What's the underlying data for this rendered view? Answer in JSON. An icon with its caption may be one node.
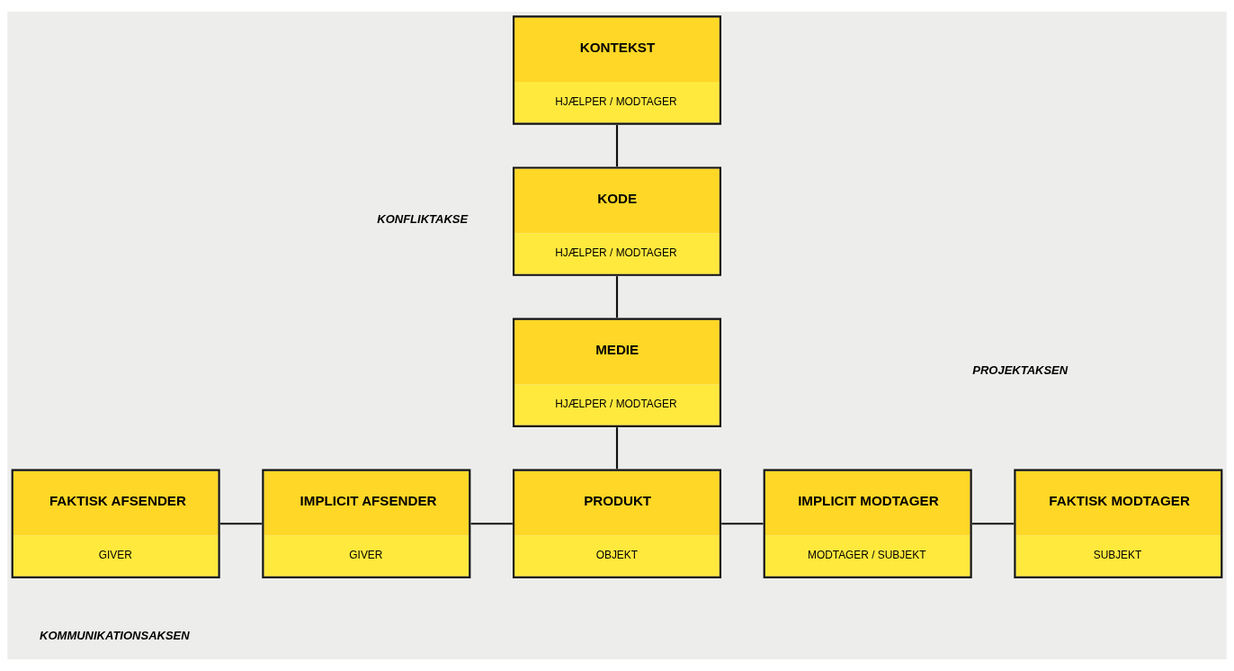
{
  "diagram": {
    "nodes": [
      {
        "text": [
          "KONTEKST",
          "HJÆLPER / MODTAGER"
        ]
      },
      {
        "text": [
          "KODE",
          "HJÆLPER / MODTAGER"
        ]
      },
      {
        "text": [
          "MEDIE",
          "HJÆLPER / MODTAGER"
        ]
      },
      {
        "text": [
          "FAKTISK AFSENDER",
          "GIVER"
        ]
      },
      {
        "text": [
          "IMPLICIT AFSENDER",
          "GIVER"
        ]
      },
      {
        "text": [
          "PRODUKT",
          "OBJEKT"
        ]
      },
      {
        "text": [
          "IMPLICIT MODTAGER",
          "MODTAGER / SUBJEKT"
        ]
      },
      {
        "text": [
          "FAKTISK MODTAGER",
          "SUBJEKT"
        ]
      }
    ],
    "edges": [
      {
        "from": 0,
        "to": 1,
        "arrow": "none"
      },
      {
        "from": 1,
        "to": 2,
        "arrow": "none"
      },
      {
        "from": 2,
        "to": 5,
        "arrow": "none"
      },
      {
        "from": 3,
        "to": 4,
        "arrow": "none"
      },
      {
        "from": 4,
        "to": 5,
        "arrow": "none"
      },
      {
        "from": 5,
        "to": 6,
        "arrow": "none"
      },
      {
        "from": 6,
        "to": 7,
        "arrow": "none"
      }
    ],
    "labels": [
      "KONFLIKTAKSE",
      "PROJEKTAKSEN",
      "KOMMUNIKATIONSAKSEN"
    ]
  }
}
